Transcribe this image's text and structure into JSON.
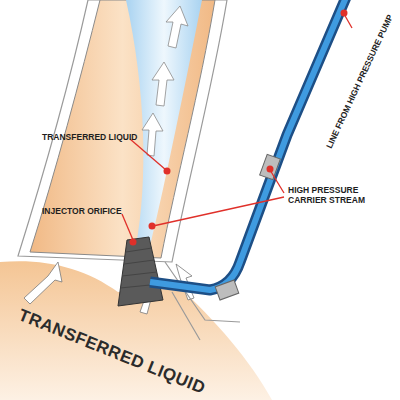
{
  "diagram": {
    "labels": [
      "TRANSFERRED LIQUID",
      "INJECTOR ORIFICE",
      "HIGH PRESSURE CARRIER STREAM",
      "LINE FROM HIGH PRESSURE PUMP",
      "TRANSFERRED LIQUID"
    ]
  }
}
